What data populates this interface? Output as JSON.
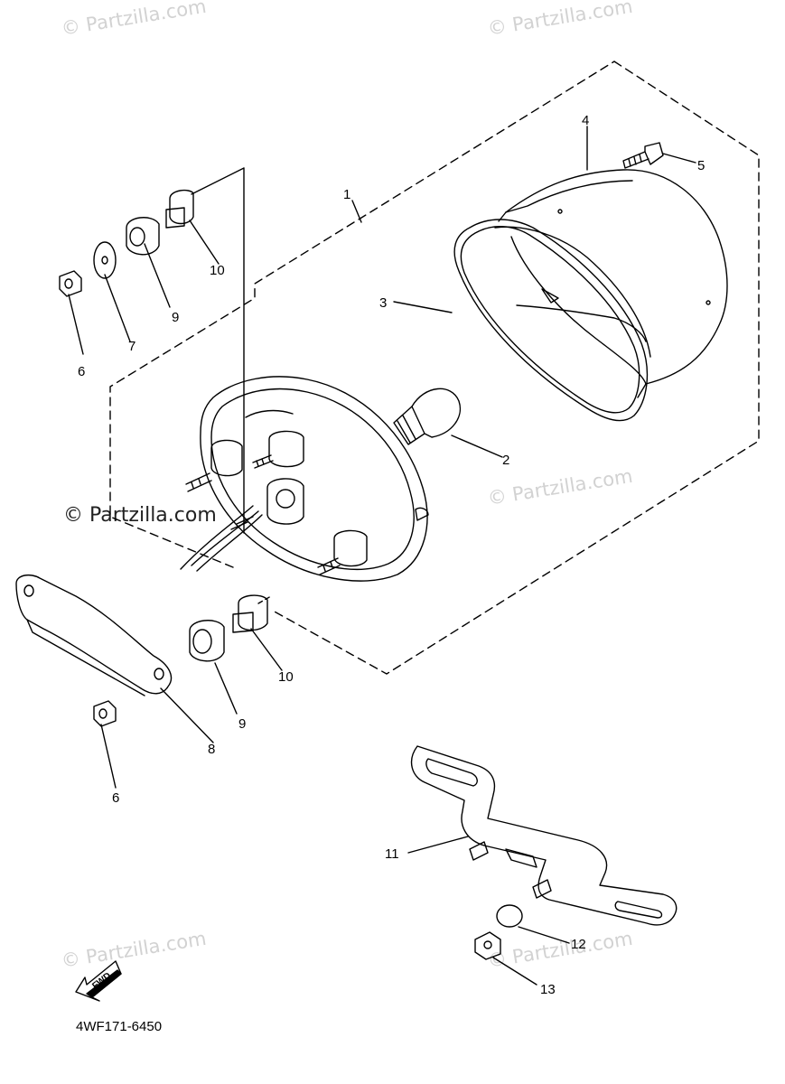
{
  "watermark": {
    "text": "© Partzilla.com"
  },
  "diagram_code": "4WF171-6450",
  "fwd_label": "FWD",
  "callouts": [
    {
      "id": "1",
      "label": "1"
    },
    {
      "id": "2",
      "label": "2"
    },
    {
      "id": "3",
      "label": "3"
    },
    {
      "id": "4",
      "label": "4"
    },
    {
      "id": "5",
      "label": "5"
    },
    {
      "id": "6a",
      "label": "6"
    },
    {
      "id": "6b",
      "label": "6"
    },
    {
      "id": "7",
      "label": "7"
    },
    {
      "id": "8",
      "label": "8"
    },
    {
      "id": "9a",
      "label": "9"
    },
    {
      "id": "9b",
      "label": "9"
    },
    {
      "id": "10a",
      "label": "10"
    },
    {
      "id": "10b",
      "label": "10"
    },
    {
      "id": "11",
      "label": "11"
    },
    {
      "id": "12",
      "label": "12"
    },
    {
      "id": "13",
      "label": "13"
    }
  ],
  "colors": {
    "line": "#000000",
    "watermark": "#d2d2d2",
    "background": "#ffffff"
  }
}
